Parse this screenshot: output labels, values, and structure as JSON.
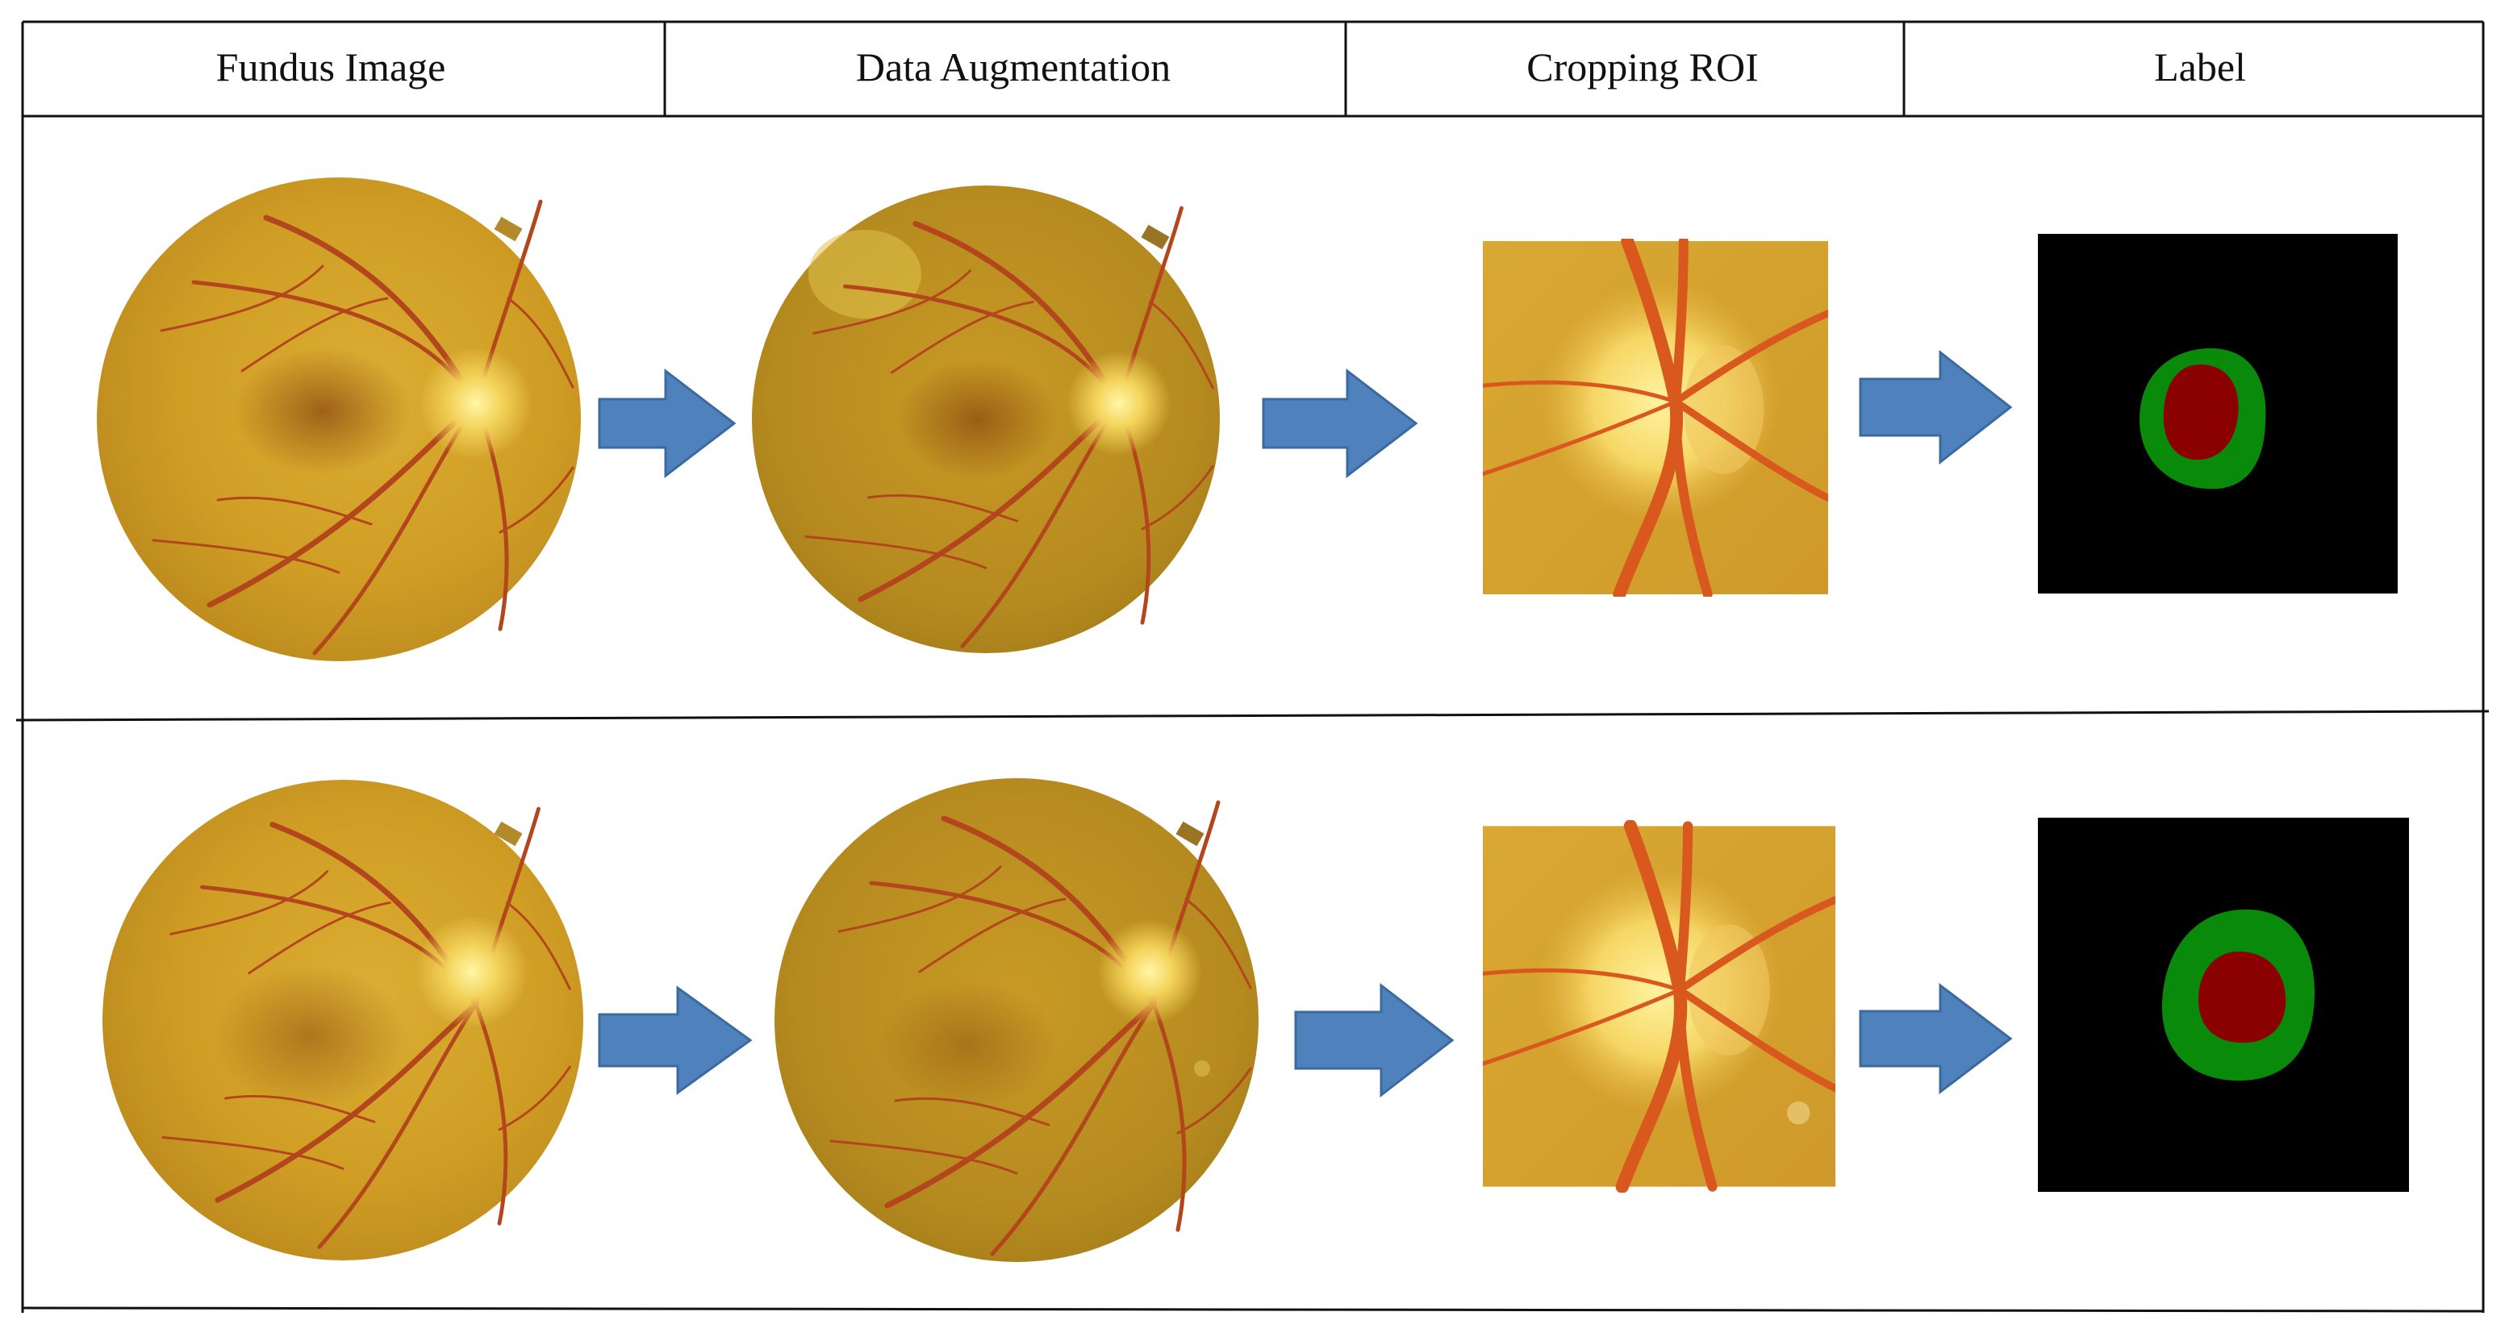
{
  "header": {
    "columns": [
      {
        "label": "Fundus Image"
      },
      {
        "label": "Data Augmentation"
      },
      {
        "label": "Cropping ROI"
      },
      {
        "label": "Label"
      }
    ]
  },
  "rows": [
    {
      "stages": [
        "fundus-image",
        "augmented-fundus-image",
        "cropped-roi",
        "segmentation-label"
      ],
      "arrows": [
        "arrow-right-icon",
        "arrow-right-icon",
        "arrow-right-icon"
      ]
    },
    {
      "stages": [
        "fundus-image",
        "augmented-fundus-image",
        "cropped-roi",
        "segmentation-label"
      ],
      "arrows": [
        "arrow-right-icon",
        "arrow-right-icon",
        "arrow-right-icon"
      ]
    }
  ],
  "colors": {
    "arrow_fill": "#4f81bd",
    "arrow_stroke": "#3b6a9e",
    "label_background": "#000000",
    "optic_disc": "#0a8a0a",
    "optic_cup": "#8b0000",
    "fundus_base": "#d2a224",
    "vessel": "#b3461c",
    "grid_line": "#111111"
  }
}
